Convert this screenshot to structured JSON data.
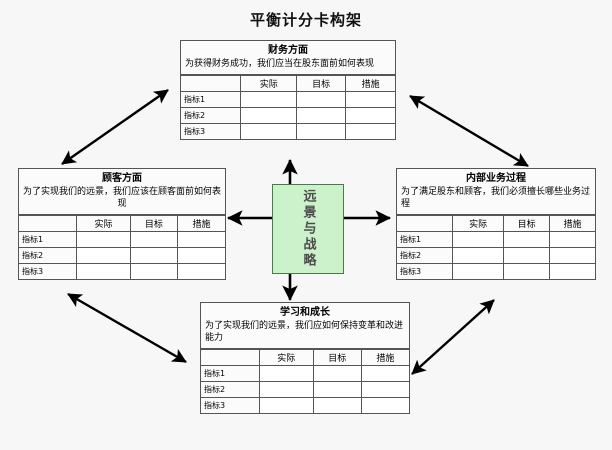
{
  "diagram": {
    "title": "平衡计分卡构架",
    "background_color": "#f7f7f7",
    "center": {
      "text": "远景与战略",
      "fill_color": "#ccf2cc",
      "border_color": "#4a7a4a"
    },
    "table_columns": [
      "",
      "实际",
      "目标",
      "措施"
    ],
    "table_rows": [
      "指标1",
      "指标2",
      "指标3"
    ],
    "perspectives": [
      {
        "id": "financial",
        "title": "财务方面",
        "description": "为获得财务成功，我们应当在股东面前如何表现",
        "position": "top"
      },
      {
        "id": "customer",
        "title": "顾客方面",
        "description": "为了实现我们的远景，我们应该在顾客面前如何表现",
        "position": "left"
      },
      {
        "id": "internal-process",
        "title": "内部业务过程",
        "description": "为了满足股东和顾客，我们必须擅长哪些业务过程",
        "position": "right"
      },
      {
        "id": "learning-growth",
        "title": "学习和成长",
        "description": "为了实现我们的远景，我们应如何保持变革和改进能力",
        "position": "bottom"
      }
    ],
    "connectors": {
      "from_center": [
        "center-to-financial",
        "center-to-customer",
        "center-to-internal-process",
        "center-to-learning-growth"
      ],
      "diagonals": [
        "customer-financial",
        "financial-internal-process",
        "customer-learning-growth",
        "learning-growth-internal-process"
      ]
    }
  }
}
